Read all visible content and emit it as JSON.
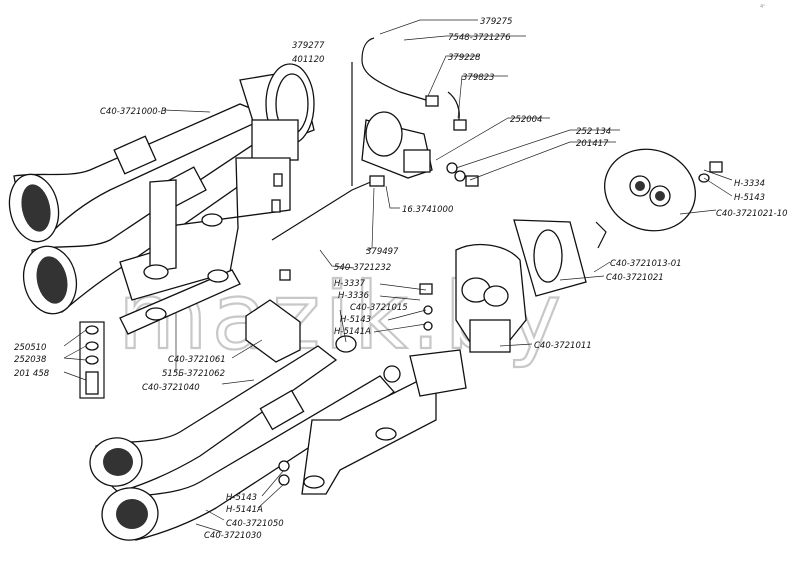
{
  "watermark": "mazik.by",
  "corner_mark": "4ᵒ",
  "labels": {
    "p379275": "379275",
    "p7548": "7548-3721276",
    "p379277": "379277",
    "p401120": "401120",
    "p379228": "379228",
    "p379823": "379823",
    "p3721000": "С40-3721000-В",
    "p252004": "252004",
    "p252134": "252 134",
    "p201417": "201417",
    "h3334": "Н-3334",
    "h5143a": "Н-5143",
    "p3721021": "С40-3721021-10",
    "p3741000": "16.3741000",
    "p379497": "379497",
    "p3721232": "540-3721232",
    "p3721013": "С40-3721013-01",
    "p3721021b": "С40-3721021",
    "h3337": "Н-3337",
    "h3336": "Н-3336",
    "p3721015": "С40-3721015",
    "h5143b": "Н-5143",
    "h5141a": "Н-5141А",
    "p3721011": "С40-3721011",
    "p250510": "250510",
    "p252038": "252038",
    "p201458": "201 458",
    "p3721061": "С40-3721061",
    "p3721062": "515Б-3721062",
    "p3721040": "С40-3721040",
    "h5143c": "Н-5143",
    "h5141ab": "Н-5141А",
    "p3721050": "С40-3721050",
    "p3721030": "С40-3721030"
  }
}
